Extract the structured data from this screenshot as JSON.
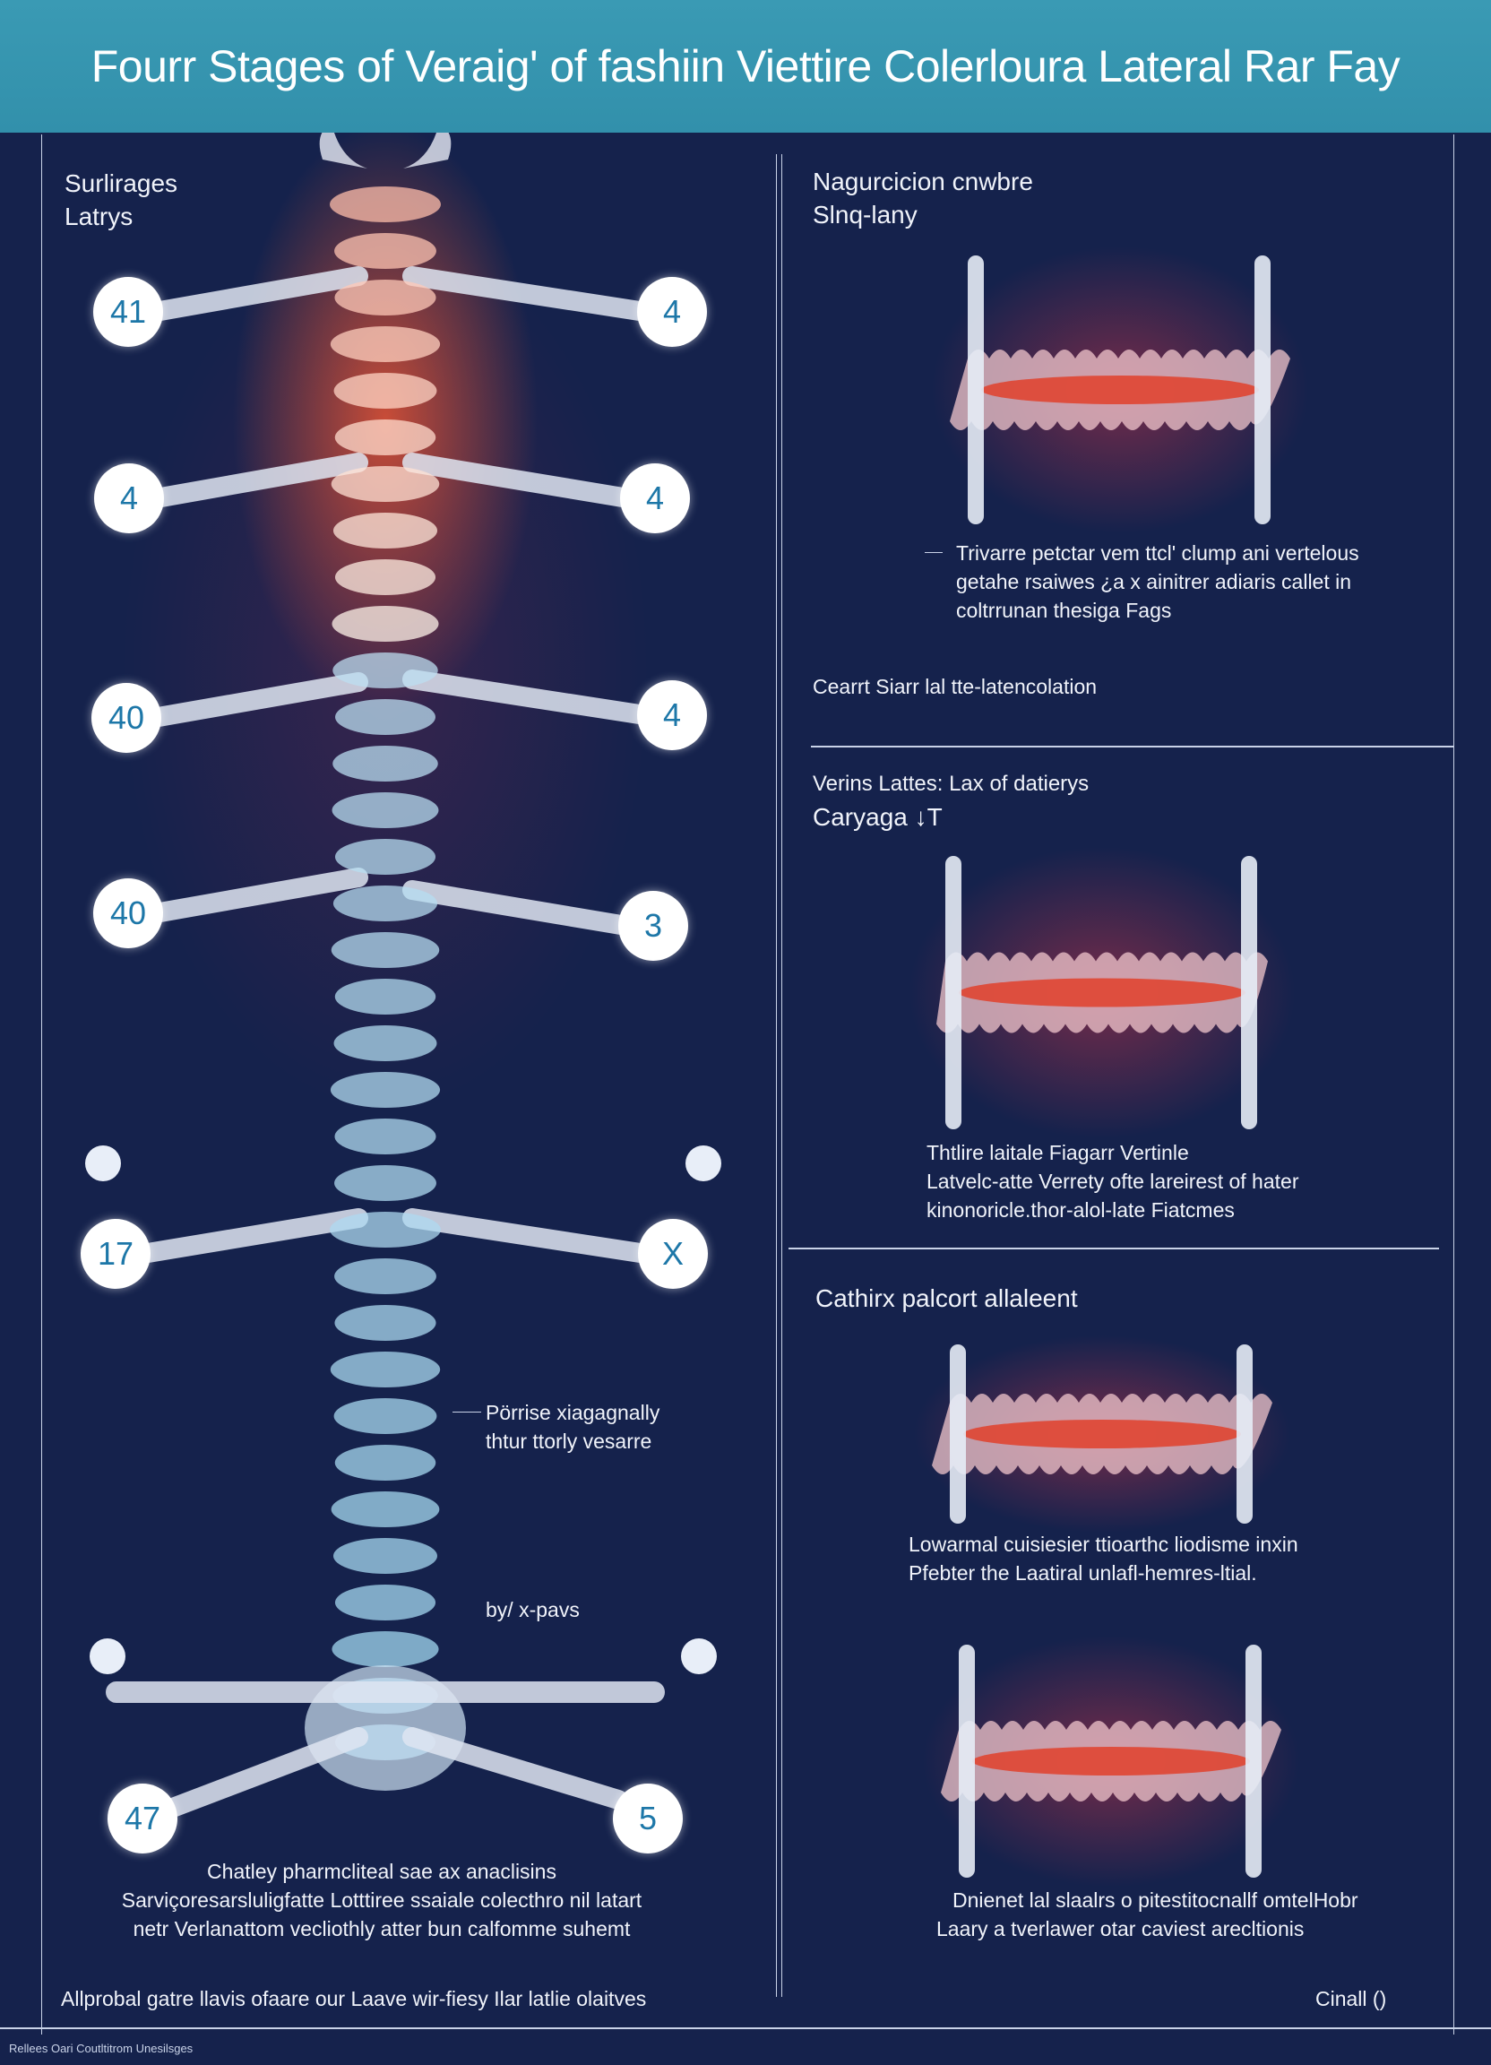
{
  "header": {
    "title": "Fourr Stages of Veraig' of fashiin Viettire Colerloura Lateral Rar Fay"
  },
  "left_panel": {
    "label_lines": [
      "Surlirages",
      "Latrys"
    ],
    "markers_left": [
      "41",
      "4",
      "40",
      "40",
      "17",
      "47"
    ],
    "markers_right": [
      "4",
      "4",
      "4",
      "3",
      "X",
      "5"
    ],
    "annotation_1": [
      "Pörrise xiagagnally",
      "thtur ttorly vesarre"
    ],
    "annotation_2": "by/ x-pavs",
    "caption": [
      "Chatley pharmcliteal sae ax anaclisins",
      "Sarviçoresarsluligfatte Lotttiree ssaiale colecthro nil latart",
      "netr Verlanattom vecliothly atter bun calfomme suhemt"
    ],
    "bottom_note": "Allprobal gatre llavis ofaare our Laave wir-fiesy Ilar latlie olaitves"
  },
  "right_panel": {
    "sections": [
      {
        "heading": [
          "Nagurcicion cnwbre",
          "Slnq-lany"
        ],
        "text": [
          "Trivarre petctar vem ttcl' clump ani vertelous",
          "getahe rsaiwes ¿a x ainitrer adiaris callet in",
          "coltrrunan thesiga Fags"
        ],
        "note": "Cearrt Siarr lal tte-latencolation"
      },
      {
        "heading": [
          "Verins Lattes: Lax of datierys",
          "Caryaga     ↓T"
        ],
        "text": [
          "Thtlire laitale Fiagarr Vertinle",
          "Latvelc-atte Verrety ofte lareirest of hater",
          "kinonoricle.thor-alol-late Fiatcmes"
        ]
      },
      {
        "heading": [
          "Cathirx palcort allaleent"
        ],
        "text": [
          "Lowarmal cuisiesier ttioarthc liodisme inxin",
          "Pfebter the Laatiral unlafl-hemres-ltial."
        ]
      },
      {
        "heading": [],
        "text": [
          "Dnienet lal slaalrs o pitestitocnallf omtelHobr",
          "Laary a tverlawer otar caviest arecltionis"
        ]
      }
    ],
    "corner_note": "Cinall ()"
  },
  "footer": {
    "text": "Rellees Oari Coutltitrom Unesilsges"
  },
  "colors": {
    "header": "#3796b0",
    "background": "#15224c",
    "marker_text": "#1d77a8",
    "inflammation": "#e0402a"
  }
}
